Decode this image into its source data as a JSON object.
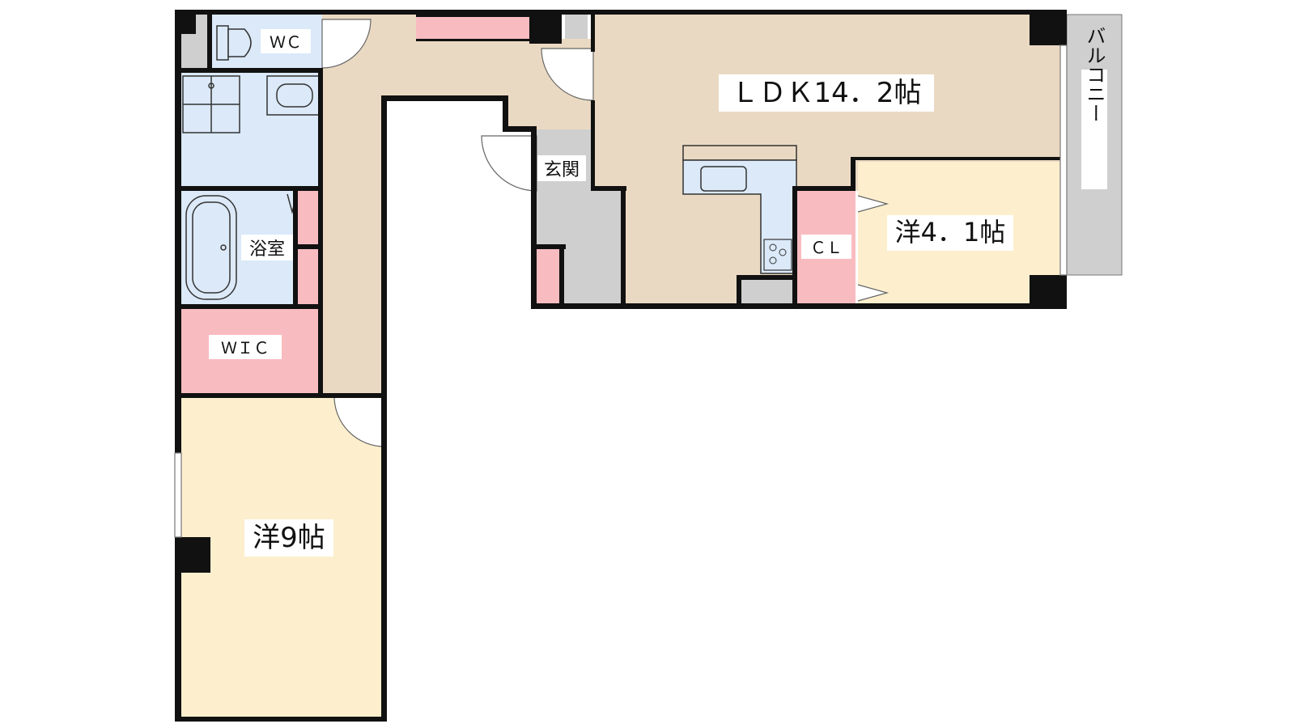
{
  "colors": {
    "wall": "#111111",
    "hall": "#ead9c2",
    "ldk": "#ead9c2",
    "wet": "#dbe9f8",
    "storage": "#f8bcc0",
    "western": "#fdefcd",
    "entrance": "#cfcfcf",
    "balcony": "#cfcfcf",
    "background": "#ffffff"
  },
  "rooms": {
    "ldk": "ＬＤＫ14．2帖",
    "western_small": "洋4．1帖",
    "western_large": "洋9帖",
    "bath": "浴室",
    "wc": "ＷＣ",
    "wic": "ＷＩＣ",
    "cl": "ＣＬ",
    "entrance": "玄関",
    "balcony": "バルコニー"
  }
}
